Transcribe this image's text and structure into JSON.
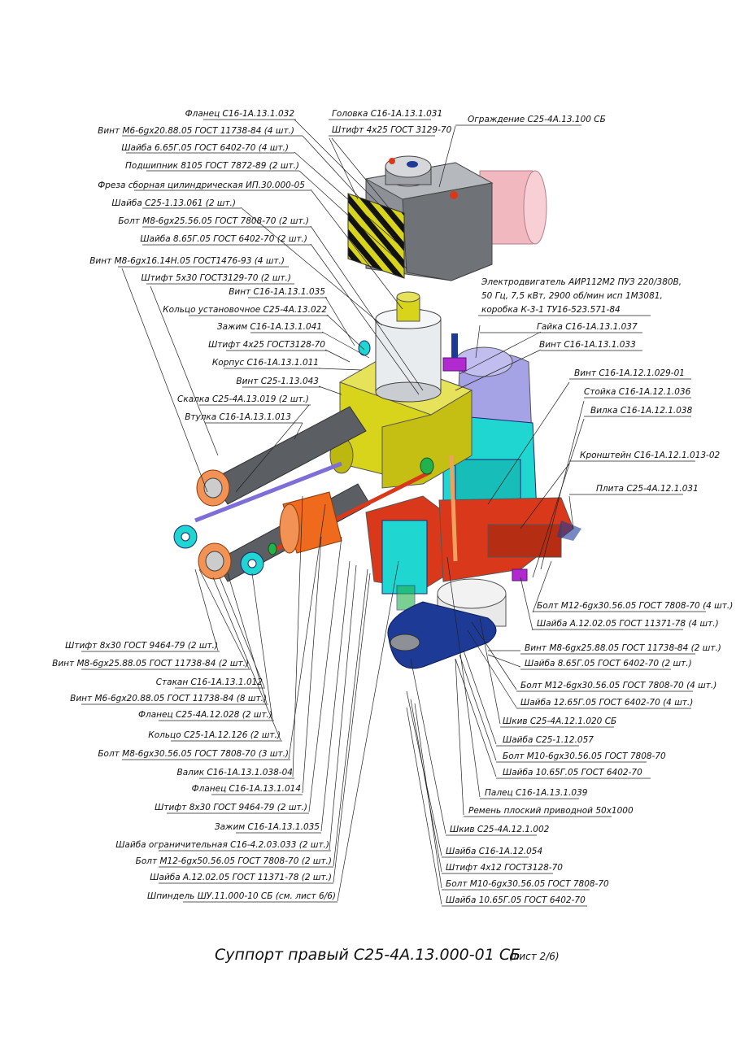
{
  "title": "Суппорт правый С25-4А.13.000-01 СБ",
  "sheet": "(лист 2/6)",
  "colors": {
    "yellow": "#d8d41c",
    "red": "#d9391a",
    "cyan": "#1fd6d0",
    "lavender": "#a6a2e6",
    "navy": "#1d3a96",
    "gray": "#8d9096",
    "darkgray": "#5b5e63",
    "orange": "#f06a1e",
    "pink": "#f2b8c0",
    "purple": "#b02ad0",
    "green": "#22b14c"
  },
  "labels": {
    "l1": "Фланец С16-1А.13.1.032",
    "l2": "Винт М6-6gх20.88.05 ГОСТ 11738-84 (4 шт.)",
    "l3": "Шайба 6.65Г.05 ГОСТ 6402-70 (4 шт.)",
    "l4": "Подшипник 8105 ГОСТ 7872-89 (2 шт.)",
    "l5": "Фреза сборная цилиндрическая ИП.30.000-05",
    "l6": "Шайба С25-1.13.061 (2 шт.)",
    "l7": "Болт М8-6gх25.56.05 ГОСТ 7808-70 (2 шт.)",
    "l8": "Шайба 8.65Г.05 ГОСТ 6402-70 (2 шт.)",
    "l9": "Винт М8-6gх16.14Н.05 ГОСТ1476-93 (4 шт.)",
    "l10": "Штифт 5х30 ГОСТ3129-70 (2 шт.)",
    "l11": "Винт С16-1А.13.1.035",
    "l12": "Кольцо установочное С25-4А.13.022",
    "l13": "Зажим С16-1А.13.1.041",
    "l14": "Штифт 4х25 ГОСТ3128-70",
    "l15": "Корпус С16-1А.13.1.011",
    "l16": "Винт С25-1.13.043",
    "l17": "Скалка С25-4А.13.019 (2 шт.)",
    "l18": "Втулка С16-1А.13.1.013",
    "l19": "Головка С16-1А.13.1.031",
    "l20": "Штифт 4х25 ГОСТ 3129-70",
    "l21": "Ограждение С25-4А.13.100 СБ",
    "l22": "Электродвигатель АИР112М2 ПУЗ 220/380В,",
    "l23": "50 Гц, 7,5 кВт, 2900 об/мин исп 1М3081,",
    "l24": "коробка К-3-1 ТУ16-523.571-84",
    "l25": "Гайка С16-1А.13.1.037",
    "l26": "Винт С16-1А.13.1.033",
    "l27": "Винт С16-1А.12.1.029-01",
    "l28": "Стойка С16-1А.12.1.036",
    "l29": "Вилка С16-1А.12.1.038",
    "l30": "Кронштейн С16-1А.12.1.013-02",
    "l31": "Плита С25-4А.12.1.031",
    "l32": "Болт М12-6gх30.56.05 ГОСТ 7808-70 (4 шт.)",
    "l33": "Шайба А.12.02.05 ГОСТ 11371-78 (4 шт.)",
    "l34": "Винт М8-6gх25.88.05 ГОСТ 11738-84 (2 шт.)",
    "l35": "Шайба 8.65Г.05 ГОСТ 6402-70 (2 шт.)",
    "l36": "Болт М12-6gх30.56.05 ГОСТ 7808-70 (4 шт.)",
    "l37": "Шайба 12.65Г.05 ГОСТ 6402-70 (4 шт.)",
    "l38": "Шкив С25-4А.12.1.020 СБ",
    "l39": "Шайба С25-1.12.057",
    "l40": "Болт М10-6gх30.56.05 ГОСТ 7808-70",
    "l41": "Шайба 10.65Г.05 ГОСТ 6402-70",
    "l42": "Палец С16-1А.13.1.039",
    "l43": "Ремень плоский приводной 50х1000",
    "l44": "Шкив С25-4А.12.1.002",
    "l45": "Шайба С16-1А.12.054",
    "l46": "Штифт 4х12 ГОСТ3128-70",
    "l47": "Болт М10-6gх30.56.05 ГОСТ 7808-70",
    "l48": "Шайба 10.65Г.05 ГОСТ 6402-70",
    "l49": "Штифт 8х30 ГОСТ 9464-79 (2 шт.)",
    "l50": "Винт М8-6gх25.88.05 ГОСТ 11738-84 (2 шт.)",
    "l51": "Стакан С16-1А.13.1.012",
    "l52": "Винт М6-6gх20.88.05 ГОСТ 11738-84 (8 шт.)",
    "l53": "Фланец С25-4А.12.028 (2 шт.)",
    "l54": "Кольцо С25-1А.12.126 (2 шт.)",
    "l55": "Болт М8-6gх30.56.05 ГОСТ 7808-70 (3 шт.)",
    "l56": "Валик С16-1А.13.1.038-04",
    "l57": "Фланец С16-1А.13.1.014",
    "l58": "Штифт 8х30 ГОСТ 9464-79 (2 шт.)",
    "l59": "Зажим С16-1А.13.1.035",
    "l60": "Шайба ограничительная С16-4.2.03.033 (2 шт.)",
    "l61": "Болт М12-6gх50.56.05 ГОСТ 7808-70 (2 шт.)",
    "l62": "Шайба А.12.02.05 ГОСТ 11371-78 (2 шт.)",
    "l63": "Шпиндель ШУ.11.000-10 СБ (см. лист 6/6)"
  }
}
